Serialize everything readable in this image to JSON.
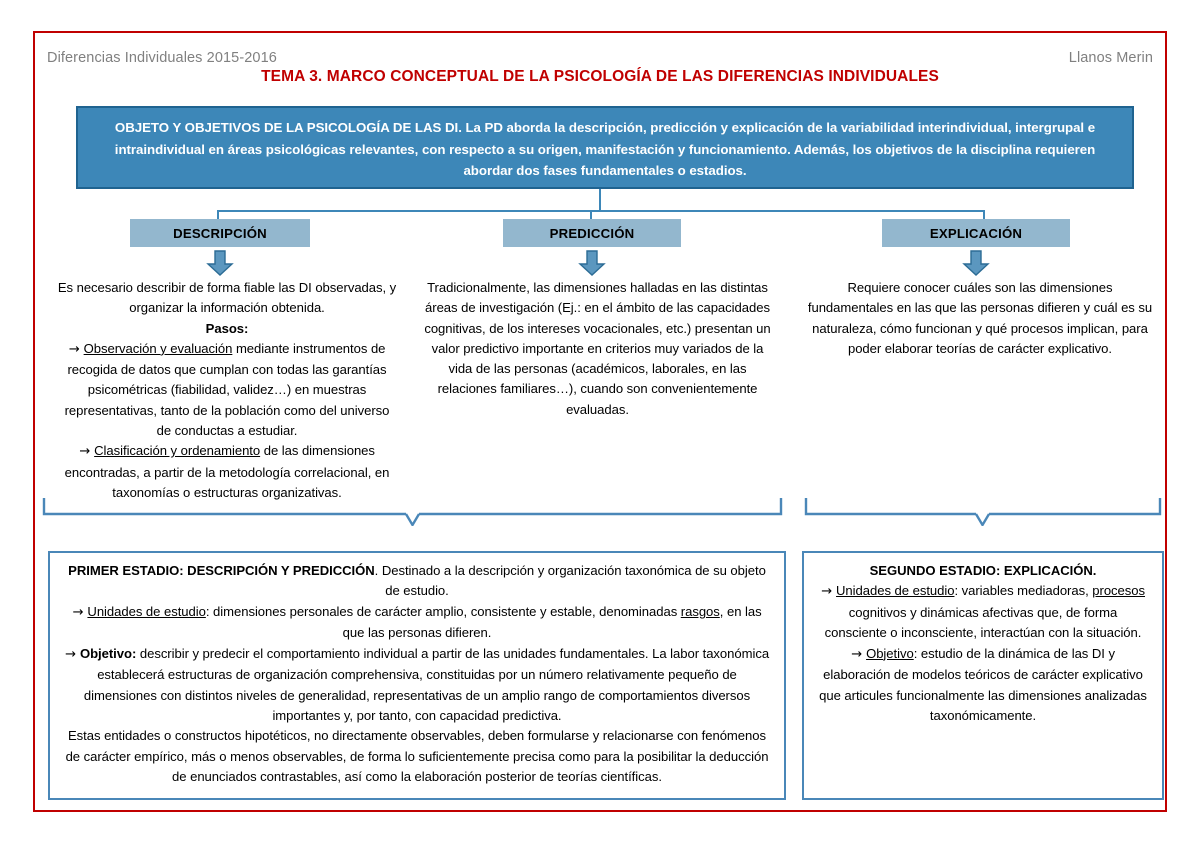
{
  "header": {
    "left_label": "Diferencias Individuales 2015-2016",
    "right_label": "Llanos Merin",
    "title": "TEMA 3. MARCO CONCEPTUAL DE LA PSICOLOGÍA DE LAS DIFERENCIAS INDIVIDUALES"
  },
  "intro_box": {
    "text": "OBJETO Y OBJETIVOS DE LA PSICOLOGÍA DE LAS DI. La PD aborda la descripción, predicción y explicación de la variabilidad interindividual, intergrupal e intraindividual en áreas psicológicas relevantes, con respecto a su origen, manifestación y funcionamiento. Además, los objetivos de la disciplina requieren abordar dos fases fundamentales o estadios."
  },
  "stages": [
    {
      "label": "DESCRIPCIÓN"
    },
    {
      "label": "PREDICCIÓN"
    },
    {
      "label": "EXPLICACIÓN"
    }
  ],
  "columns": [
    {
      "name": "descripcion-column",
      "paragraphs": [
        {
          "text": "Es necesario describir de forma fiable las DI observadas, y organizar la información obtenida."
        },
        {
          "text": "Pasos:",
          "bold": true
        },
        {
          "arrow": true,
          "underline": "Observación y evaluación",
          "text": " mediante instrumentos de recogida de datos que cumplan con todas las garantías psicométricas (fiabilidad, validez…) en muestras representativas, tanto de la población como del universo de conductas a estudiar."
        },
        {
          "arrow": true,
          "underline": "Clasificación y ordenamiento",
          "text": " de las dimensiones encontradas, a partir de la metodología correlacional, en taxonomías o estructuras organizativas."
        }
      ]
    },
    {
      "name": "prediccion-column",
      "paragraphs": [
        {
          "text": "Tradicionalmente, las dimensiones halladas en las distintas áreas de investigación (Ej.: en el ámbito de las capacidades cognitivas, de los intereses vocacionales, etc.) presentan un valor predictivo importante en criterios muy variados de la vida de las personas (académicos, laborales, en las relaciones familiares…), cuando son convenientemente evaluadas."
        }
      ]
    },
    {
      "name": "explicacion-column",
      "paragraphs": [
        {
          "text": "Requiere conocer cuáles son las dimensiones fundamentales en las que las personas difieren y cuál es su naturaleza, cómo funcionan y qué procesos implican, para poder elaborar teorías de carácter explicativo."
        }
      ]
    }
  ],
  "bottom_boxes": [
    {
      "name": "primer-estadio-box",
      "paragraphs": [
        {
          "bold_lead": "PRIMER ESTADIO: DESCRIPCIÓN Y PREDICCIÓN",
          "text": ". Destinado a la descripción y organización taxonómica de su objeto de estudio."
        },
        {
          "arrow": true,
          "underline": "Unidades de estudio",
          "text": ": dimensiones personales de carácter amplio, consistente y estable, denominadas ",
          "underline_tail": "rasgos",
          "tail": ", en las que las personas difieren."
        },
        {
          "arrow": true,
          "bold_lead": "Objetivo:",
          "text": " describir y predecir el comportamiento individual a partir de las unidades fundamentales. La labor taxonómica establecerá estructuras de organización comprehensiva, constituidas por un número relativamente pequeño de dimensiones con distintos niveles de generalidad, representativas de un amplio rango de comportamientos diversos importantes y, por tanto, con capacidad predictiva."
        },
        {
          "text": "Estas entidades o constructos hipotéticos, no directamente observables, deben formularse y relacionarse con fenómenos de carácter empírico, más o menos observables, de forma lo suficientemente precisa como para la posibilitar la deducción de enunciados contrastables, así como la elaboración posterior de teorías científicas."
        }
      ]
    },
    {
      "name": "segundo-estadio-box",
      "paragraphs": [
        {
          "bold_lead": "SEGUNDO ESTADIO: EXPLICACIÓN.",
          "text": ""
        },
        {
          "arrow": true,
          "underline": "Unidades de estudio",
          "text": ": variables mediadoras, ",
          "underline_tail": "procesos",
          "tail": " cognitivos y dinámicas afectivas que, de forma consciente o inconsciente, interactúan con la situación."
        },
        {
          "arrow": true,
          "underline": "Objetivo",
          "text": ": estudio de la dinámica de las DI y elaboración de modelos teóricos de carácter explicativo que articules funcionalmente las dimensiones analizadas taxonómicamente."
        }
      ]
    }
  ],
  "colors": {
    "frame_red": "#c00000",
    "box_blue": "#3d87b8",
    "box_blue_border": "#1f6390",
    "stage_fill": "#93b7ce",
    "connector_blue": "#4a87b8",
    "header_gray": "#808080"
  }
}
